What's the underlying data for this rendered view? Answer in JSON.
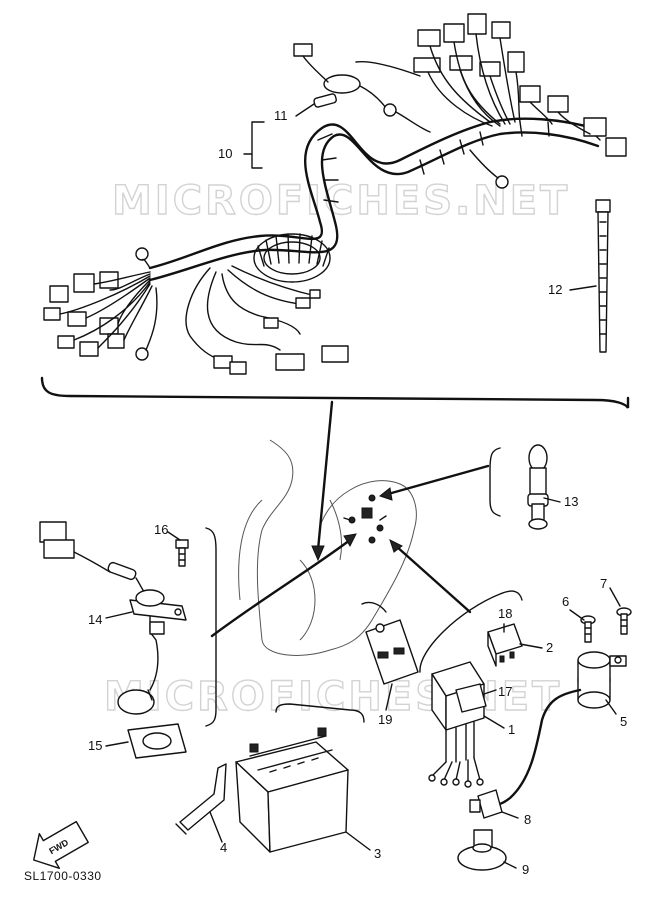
{
  "watermark": "MICROFICHES.NET",
  "drawing_code": "SL1700-0330",
  "direction_label": "FWD",
  "callouts": [
    {
      "key": "c1",
      "label": "1"
    },
    {
      "key": "c2",
      "label": "2"
    },
    {
      "key": "c3",
      "label": "3"
    },
    {
      "key": "c4",
      "label": "4"
    },
    {
      "key": "c5",
      "label": "5"
    },
    {
      "key": "c6",
      "label": "6"
    },
    {
      "key": "c7",
      "label": "7"
    },
    {
      "key": "c8",
      "label": "8"
    },
    {
      "key": "c9",
      "label": "9"
    },
    {
      "key": "c10",
      "label": "10"
    },
    {
      "key": "c11",
      "label": "11"
    },
    {
      "key": "c12",
      "label": "12"
    },
    {
      "key": "c13",
      "label": "13"
    },
    {
      "key": "c14",
      "label": "14"
    },
    {
      "key": "c15",
      "label": "15"
    },
    {
      "key": "c16",
      "label": "16"
    },
    {
      "key": "c17",
      "label": "17"
    },
    {
      "key": "c18",
      "label": "18"
    },
    {
      "key": "c19",
      "label": "19"
    }
  ]
}
